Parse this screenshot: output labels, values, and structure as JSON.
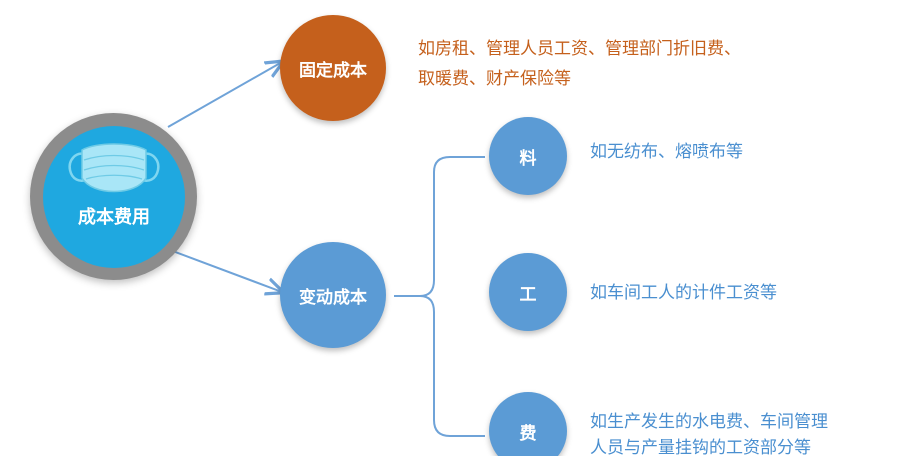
{
  "root": {
    "label": "成本费用",
    "icon": "face-mask-icon"
  },
  "branches": {
    "fixed": {
      "label": "固定成本",
      "desc_line1": "如房租、管理人员工资、管理部门折旧费、",
      "desc_line2": "取暖费、财产保险等",
      "color": "#c5601c"
    },
    "variable": {
      "label": "变动成本",
      "color": "#5b9bd5",
      "children": [
        {
          "label": "料",
          "desc_line1": "如无纺布、熔喷布等",
          "desc_line2": ""
        },
        {
          "label": "工",
          "desc_line1": "如车间工人的计件工资等",
          "desc_line2": ""
        },
        {
          "label": "费",
          "desc_line1": "如生产发生的水电费、车间管理",
          "desc_line2": "人员与产量挂钩的工资部分等"
        }
      ]
    }
  },
  "colors": {
    "root_ring": "#8c8c8c",
    "root_fill": "#1fa8e0",
    "connector": "#6fa3d8",
    "desc_text": "#4a8fd0"
  }
}
